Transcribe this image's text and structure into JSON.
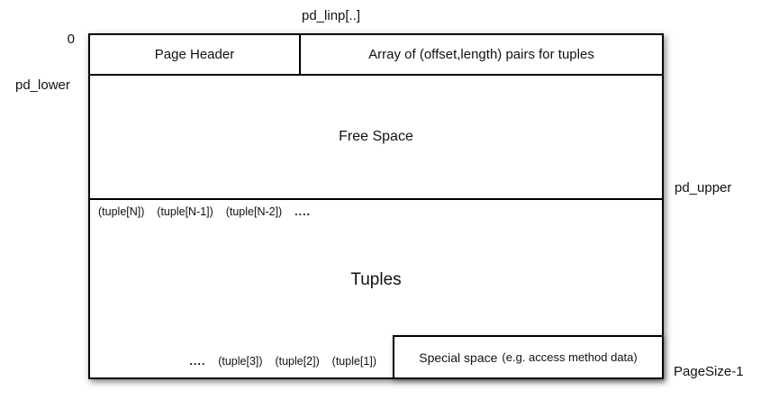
{
  "outer_labels": {
    "pd_linp": "pd_linp[..]",
    "offset_zero": "0",
    "pd_lower": "pd_lower",
    "pd_upper": "pd_upper",
    "page_size": "PageSize-1"
  },
  "page_box": {
    "page_header": "Page Header",
    "item_pointer_array": "Array of (offset,length) pairs for tuples",
    "free_space": "Free Space",
    "tuples_heading": "Tuples",
    "tuples_top_items": "(tuple[N])    (tuple[N-1])    (tuple[N-2])    ",
    "tuples_top_dots": "....",
    "tuples_bottom_dots": "....",
    "tuples_bottom_items": "    (tuple[3])    (tuple[2])    (tuple[1])",
    "special_space": {
      "title": "Special space",
      "detail": "(e.g. access method data)"
    }
  }
}
